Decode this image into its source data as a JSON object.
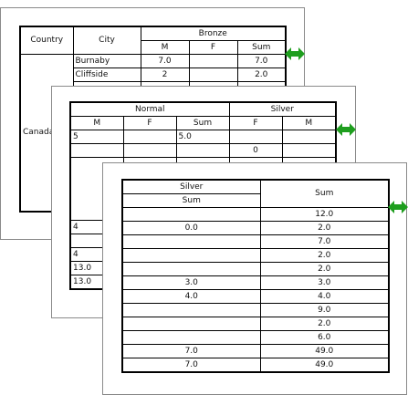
{
  "pages": [
    {
      "headers": {
        "country": "Country",
        "city": "City",
        "group": "Bronze",
        "m": "M",
        "f": "F",
        "sum": "Sum"
      },
      "country_value": "Canada",
      "rows": [
        {
          "city": "Burnaby",
          "m": "7.0",
          "f": "",
          "sum": "7.0"
        },
        {
          "city": "Cliffside",
          "m": "2",
          "f": "",
          "sum": "2.0"
        },
        {
          "city": "",
          "m": "",
          "f": "",
          "sum": ""
        }
      ]
    },
    {
      "headers": {
        "group1": "Normal",
        "group2": "Silver",
        "m": "M",
        "f": "F",
        "sum": "Sum",
        "f2": "F",
        "m2": "M"
      },
      "rows": [
        {
          "m": "5",
          "f": "",
          "sum": "5.0",
          "f2": "",
          "m2": ""
        },
        {
          "m": "",
          "f": "",
          "sum": "",
          "f2": "0",
          "m2": ""
        }
      ],
      "left_col_values": [
        "4",
        "4",
        "13.0",
        "13.0"
      ]
    },
    {
      "headers": {
        "group": "Silver",
        "sub_sum": "Sum",
        "sum": "Sum"
      },
      "rows": [
        {
          "silver_sum": "",
          "sum": "12.0"
        },
        {
          "silver_sum": "0.0",
          "sum": "2.0"
        },
        {
          "silver_sum": "",
          "sum": "7.0"
        },
        {
          "silver_sum": "",
          "sum": "2.0"
        },
        {
          "silver_sum": "",
          "sum": "2.0"
        },
        {
          "silver_sum": "3.0",
          "sum": "3.0"
        },
        {
          "silver_sum": "4.0",
          "sum": "4.0"
        },
        {
          "silver_sum": "",
          "sum": "9.0"
        },
        {
          "silver_sum": "",
          "sum": "2.0"
        },
        {
          "silver_sum": "",
          "sum": "6.0"
        },
        {
          "silver_sum": "7.0",
          "sum": "49.0"
        },
        {
          "silver_sum": "7.0",
          "sum": "49.0"
        }
      ]
    }
  ],
  "icons": {
    "arrow": "double-arrow-icon",
    "arrow_color": "#1e9e1e"
  }
}
